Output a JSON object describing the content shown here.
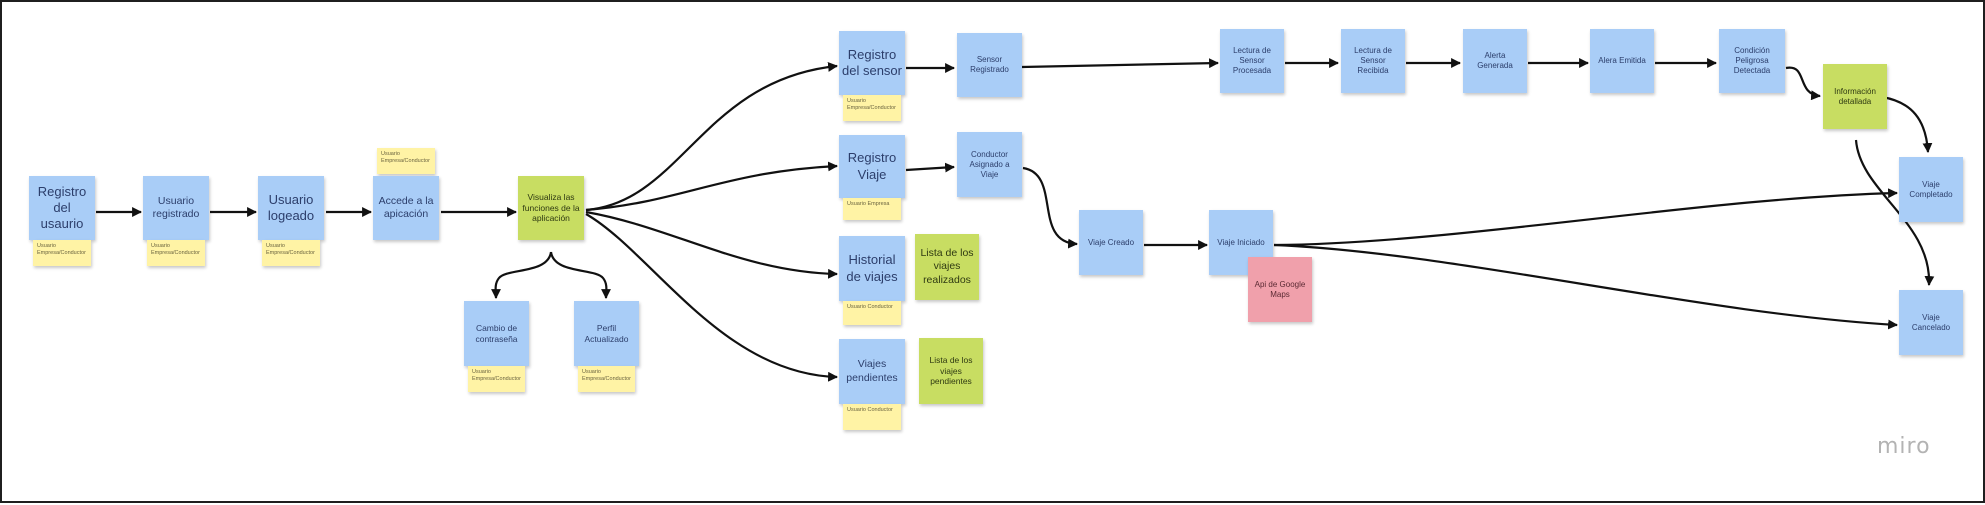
{
  "board": {
    "logo": "miro"
  },
  "notes": {
    "registro_usuario": "Registro del usaurio",
    "usuario_registrado": "Usuario registrado",
    "usuario_logeado": "Usuario logeado",
    "accede_aplicacion": "Accede a la apicación",
    "visualiza_funciones": "Visualiza las funciones de la aplicación",
    "cambio_contrasena": "Cambio de contraseña",
    "perfil_actualizado": "Perfil Actualizado",
    "registro_sensor": "Registro del sensor",
    "sensor_registrado": "Sensor Registrado",
    "lectura_procesada": "Lectura de Sensor Procesada",
    "lectura_recibida": "Lectura de Sensor Recibida",
    "alerta_generada": "Alerta Generada",
    "alerta_emitida": "Alera Emitida",
    "condicion_peligrosa": "Condición Peligrosa Detectada",
    "informacion_detallada": "Información detallada",
    "registro_viaje": "Registro Viaje",
    "conductor_asignado": "Conductor Asignado a Viaje",
    "viaje_creado": "Viaje Creado",
    "viaje_iniciado": "Viaje Iniciado",
    "api_google_maps": "Api de Google Maps",
    "viaje_completado": "Viaje Completado",
    "viaje_cancelado": "Viaje Cancelado",
    "historial_viajes": "Historial de viajes",
    "lista_realizados": "Lista de los viajes realizados",
    "viajes_pendientes": "Viajes pendientes",
    "lista_pendientes": "Lista de los viajes pendientes"
  },
  "actors": {
    "registro_usuario": "Usuario Empresa/Conductor",
    "usuario_registrado": "Usuario Empresa/Conductor",
    "usuario_logeado": "Usuario Empresa/Conductor",
    "accede_aplicacion": "Usuario Empresa/Conductor",
    "cambio_contrasena": "Usuario Empresa/Conductor",
    "perfil_actualizado": "Usuario Empresa/Conductor",
    "registro_sensor": "Usuario Empresa/Conductor",
    "registro_viaje": "Usuario Empresa",
    "historial_viajes": "Usuario Conductor",
    "viajes_pendientes": "Usuario Conductor"
  },
  "colors": {
    "event": "#a9cdf7",
    "read_model": "#c8dd62",
    "external_system": "#f0a0ab",
    "actor": "#fff3a5",
    "arrow": "#111111"
  }
}
